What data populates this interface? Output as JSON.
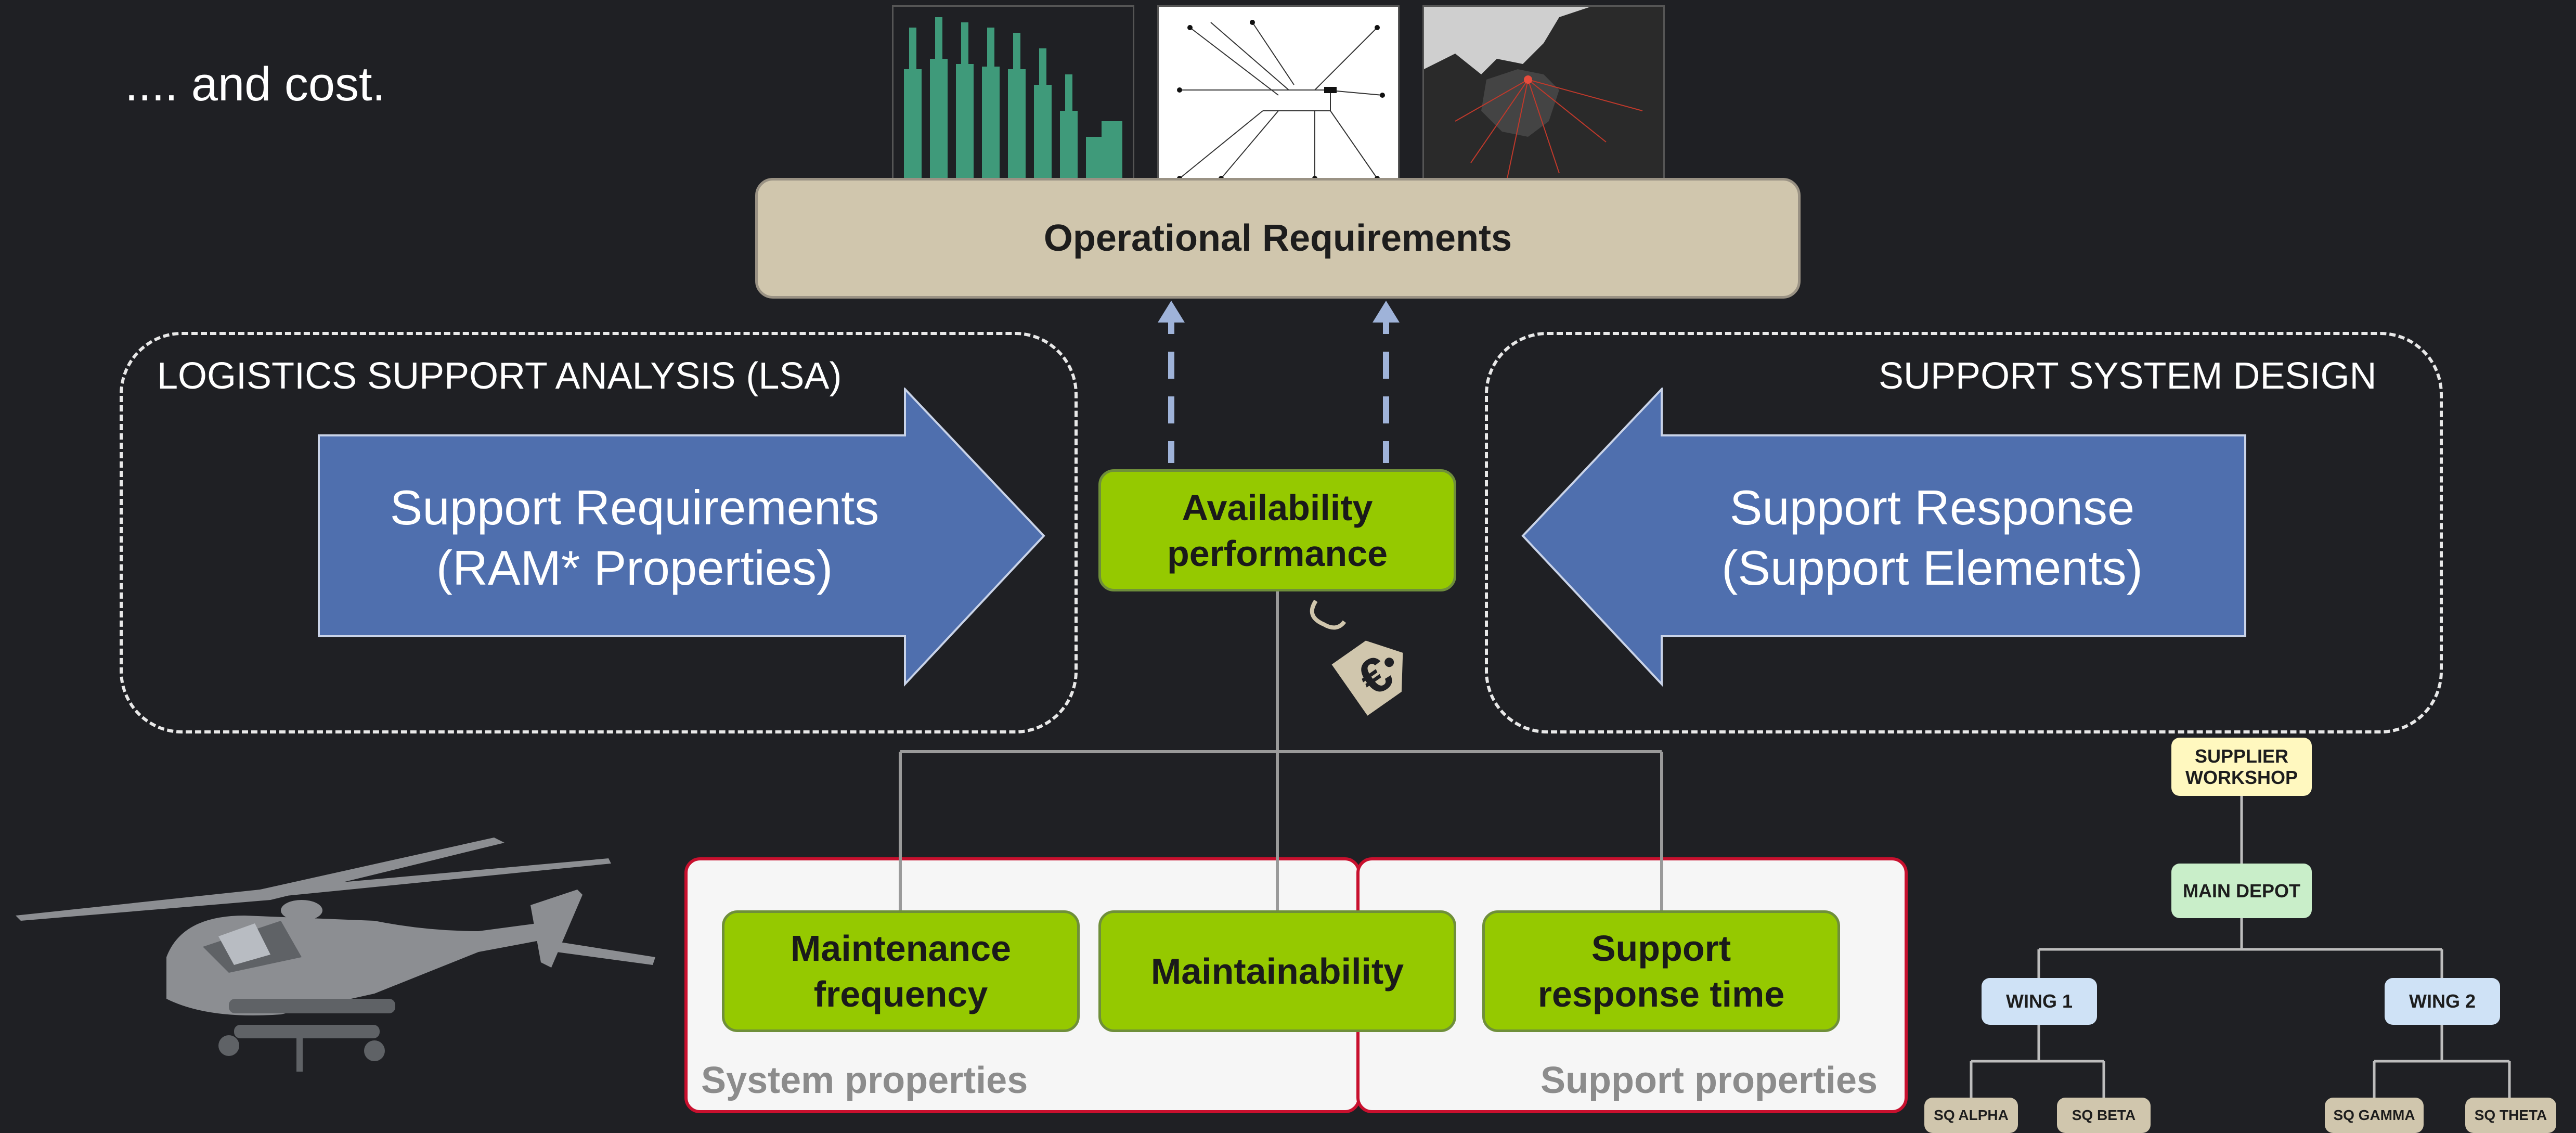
{
  "subtitle": ".... and cost.",
  "operational_requirements": "Operational Requirements",
  "lsa_panel": {
    "title": "LOGISTICS SUPPORT ANALYSIS (LSA)",
    "arrow_line1": "Support Requirements",
    "arrow_line2": "(RAM* Properties)"
  },
  "ssd_panel": {
    "title": "SUPPORT SYSTEM DESIGN",
    "arrow_line1": "Support Response",
    "arrow_line2": "(Support Elements)"
  },
  "availability": {
    "line1": "Availability",
    "line2": "performance"
  },
  "price_tag_symbol": "€",
  "properties": {
    "maintenance_line1": "Maintenance",
    "maintenance_line2": "frequency",
    "maintainability": "Maintainability",
    "support_time_line1": "Support",
    "support_time_line2": "response time",
    "system_label": "System properties",
    "support_label": "Support properties"
  },
  "org_chart": {
    "supplier_line1": "SUPPLIER",
    "supplier_line2": "WORKSHOP",
    "main_depot": "MAIN DEPOT",
    "wing1": "WING 1",
    "wing2": "WING 2",
    "sq_alpha": "SQ ALPHA",
    "sq_beta": "SQ BETA",
    "sq_gamma": "SQ GAMMA",
    "sq_theta": "SQ THETA"
  },
  "colors": {
    "background": "#1f2024",
    "arrow_blue": "#4f6fae",
    "green": "#95c900",
    "beige": "#d0c6ad",
    "red_border": "#c8102e",
    "dashed_arrow": "#9fb3d9"
  },
  "icons": [
    "bar-chart-thumbnail-icon",
    "network-map-thumbnail-icon",
    "europe-map-thumbnail-icon",
    "price-tag-euro-icon",
    "helicopter-icon"
  ]
}
